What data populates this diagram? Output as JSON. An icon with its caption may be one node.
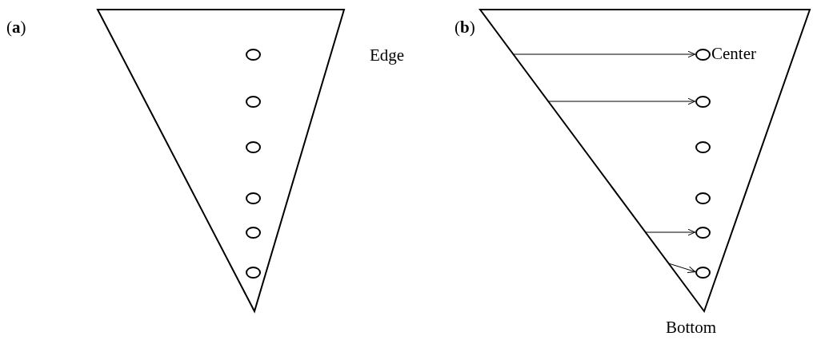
{
  "diagram": {
    "nodes": [
      {
        "text": [],
        "shape": "triangle"
      },
      {
        "text": [],
        "shape": "circle",
        "in": 0
      },
      {
        "text": [],
        "shape": "circle",
        "in": 0
      },
      {
        "text": [],
        "shape": "circle",
        "in": 0
      },
      {
        "text": [],
        "shape": "circle",
        "in": 0
      },
      {
        "text": [],
        "shape": "circle",
        "in": 0
      },
      {
        "text": [],
        "shape": "circle",
        "in": 0
      },
      {
        "text": [],
        "shape": "triangle"
      },
      {
        "text": [],
        "shape": "circle",
        "in": 7,
        "beside": [
          "Center"
        ]
      },
      {
        "text": [],
        "shape": "circle",
        "in": 7
      },
      {
        "text": [],
        "shape": "circle",
        "in": 7
      },
      {
        "text": [],
        "shape": "circle",
        "in": 7
      },
      {
        "text": [],
        "shape": "circle",
        "in": 7
      },
      {
        "text": [],
        "shape": "circle",
        "in": 7
      }
    ],
    "edges": [
      {
        "from": 7,
        "to": 8,
        "arrow": "to"
      },
      {
        "from": 7,
        "to": 9,
        "arrow": "to"
      },
      {
        "from": 7,
        "to": 12,
        "arrow": "to"
      },
      {
        "from": 7,
        "to": 13,
        "arrow": "to"
      }
    ],
    "labels": [
      "(**a**)",
      "(**b**)",
      "Edge",
      "Bottom"
    ]
  }
}
